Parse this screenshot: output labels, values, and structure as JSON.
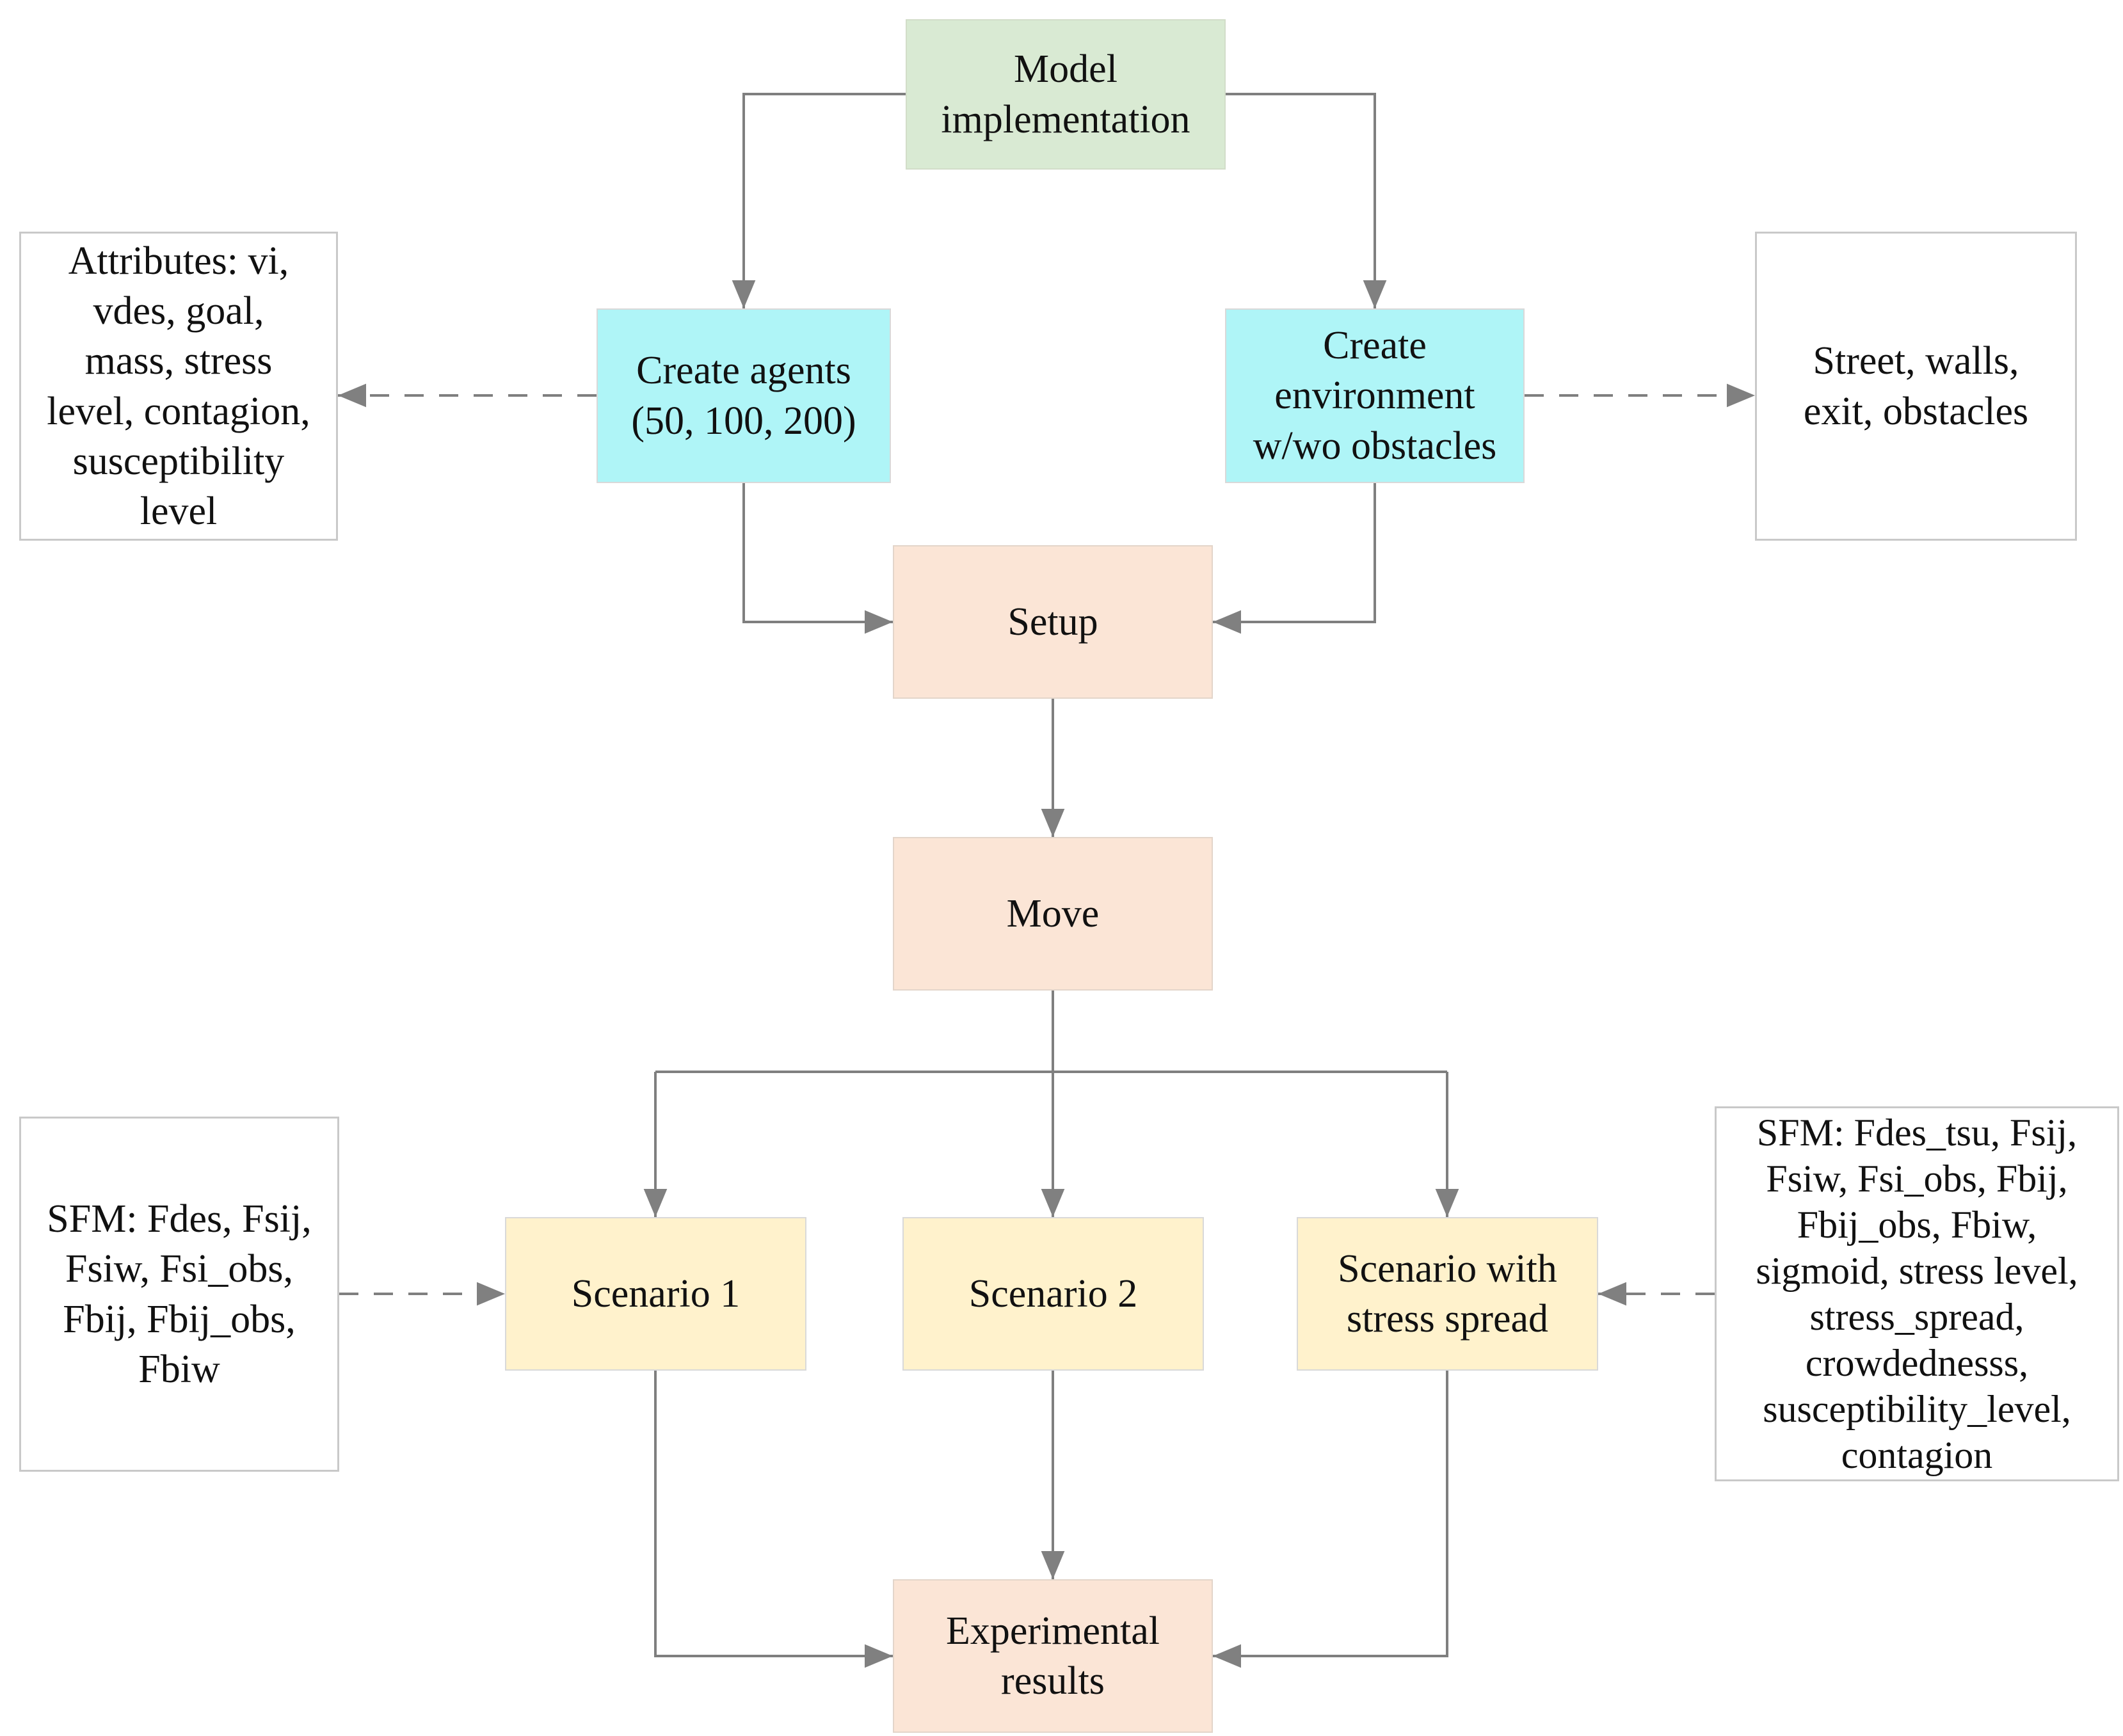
{
  "figure": {
    "type": "flowchart",
    "description": "Model implementation flow for crowd simulation scenarios"
  },
  "colors": {
    "green": "#d9ead3",
    "cyan": "#aff5f7",
    "peach": "#fbe5d6",
    "yellow": "#fff2cc",
    "line": "#7f7f7f",
    "arrow": "#808080"
  },
  "nodes": {
    "model": {
      "label": "Model\nimplementation"
    },
    "attributes": {
      "label": "Attributes: vi,\nvdes, goal,\nmass, stress\nlevel, contagion,\nsusceptibility\nlevel"
    },
    "street": {
      "label": "Street, walls,\nexit, obstacles"
    },
    "create_agents": {
      "label": "Create agents\n(50, 100, 200)"
    },
    "create_environment": {
      "label": "Create\nenvironment\nw/wo obstacles"
    },
    "setup": {
      "label": "Setup"
    },
    "move": {
      "label": "Move"
    },
    "scenario1": {
      "label": "Scenario 1"
    },
    "scenario2": {
      "label": "Scenario 2"
    },
    "scenario3": {
      "label": "Scenario with\nstress spread"
    },
    "sfm_left": {
      "label": "SFM: Fdes, Fsij,\nFsiw, Fsi_obs,\nFbij, Fbij_obs,\nFbiw"
    },
    "sfm_right": {
      "label": "SFM: Fdes_tsu, Fsij,\nFsiw, Fsi_obs, Fbij,\nFbij_obs, Fbiw,\nsigmoid, stress level,\nstress_spread,\ncrowdednesss,\nsusceptibility_level,\ncontagion"
    },
    "experimental_results": {
      "label": "Experimental\nresults"
    }
  }
}
